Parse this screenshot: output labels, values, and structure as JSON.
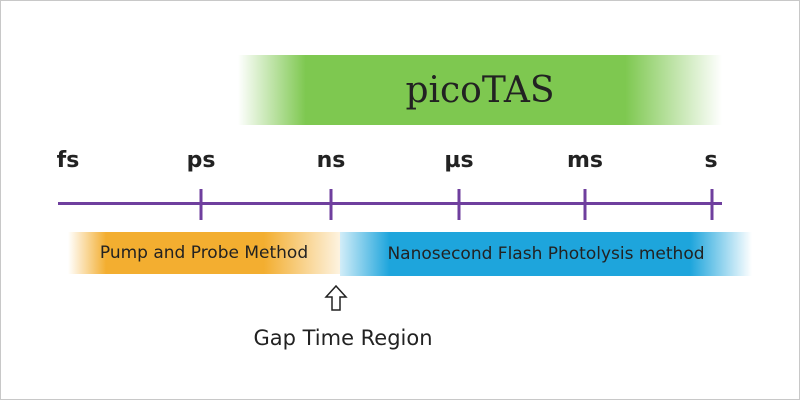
{
  "banner": {
    "title": "picoTAS",
    "color": "#7ec850"
  },
  "axis": {
    "labels": [
      "fs",
      "ps",
      "ns",
      "µs",
      "ms",
      "s"
    ],
    "color": "#6f3f9e"
  },
  "methods": [
    {
      "label": "Pump and Probe Method",
      "color": "#f3ae30"
    },
    {
      "label": "Nanosecond Flash Photolysis method",
      "color": "#1ea5dc"
    }
  ],
  "gap": {
    "label": "Gap Time Region"
  }
}
